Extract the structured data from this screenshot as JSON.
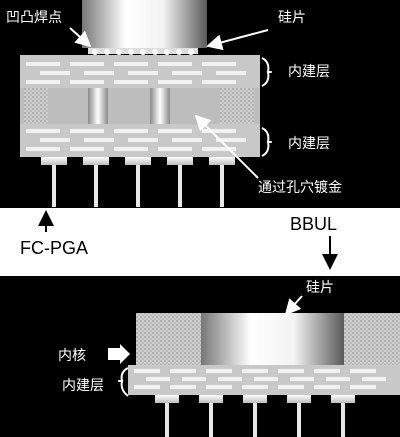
{
  "labels": {
    "bump": "凹凸焊点",
    "die_top": "硅片",
    "buildup_top": "内建层",
    "buildup_mid": "内建层",
    "via": "通过孔穴镀金",
    "fcpga": "FC-PGA",
    "bbul": "BBUL",
    "die_bottom": "硅片",
    "core": "内核",
    "buildup_bottom": "内建层"
  },
  "colors": {
    "background": "#000000",
    "band": "#ffffff",
    "substrate": "#c8c8c8",
    "dot_fill": "#9a9a9a",
    "trace": "#f2f2f2",
    "pin": "#e8e8e8"
  },
  "icons": [
    "arrow-icon",
    "brace-icon"
  ]
}
